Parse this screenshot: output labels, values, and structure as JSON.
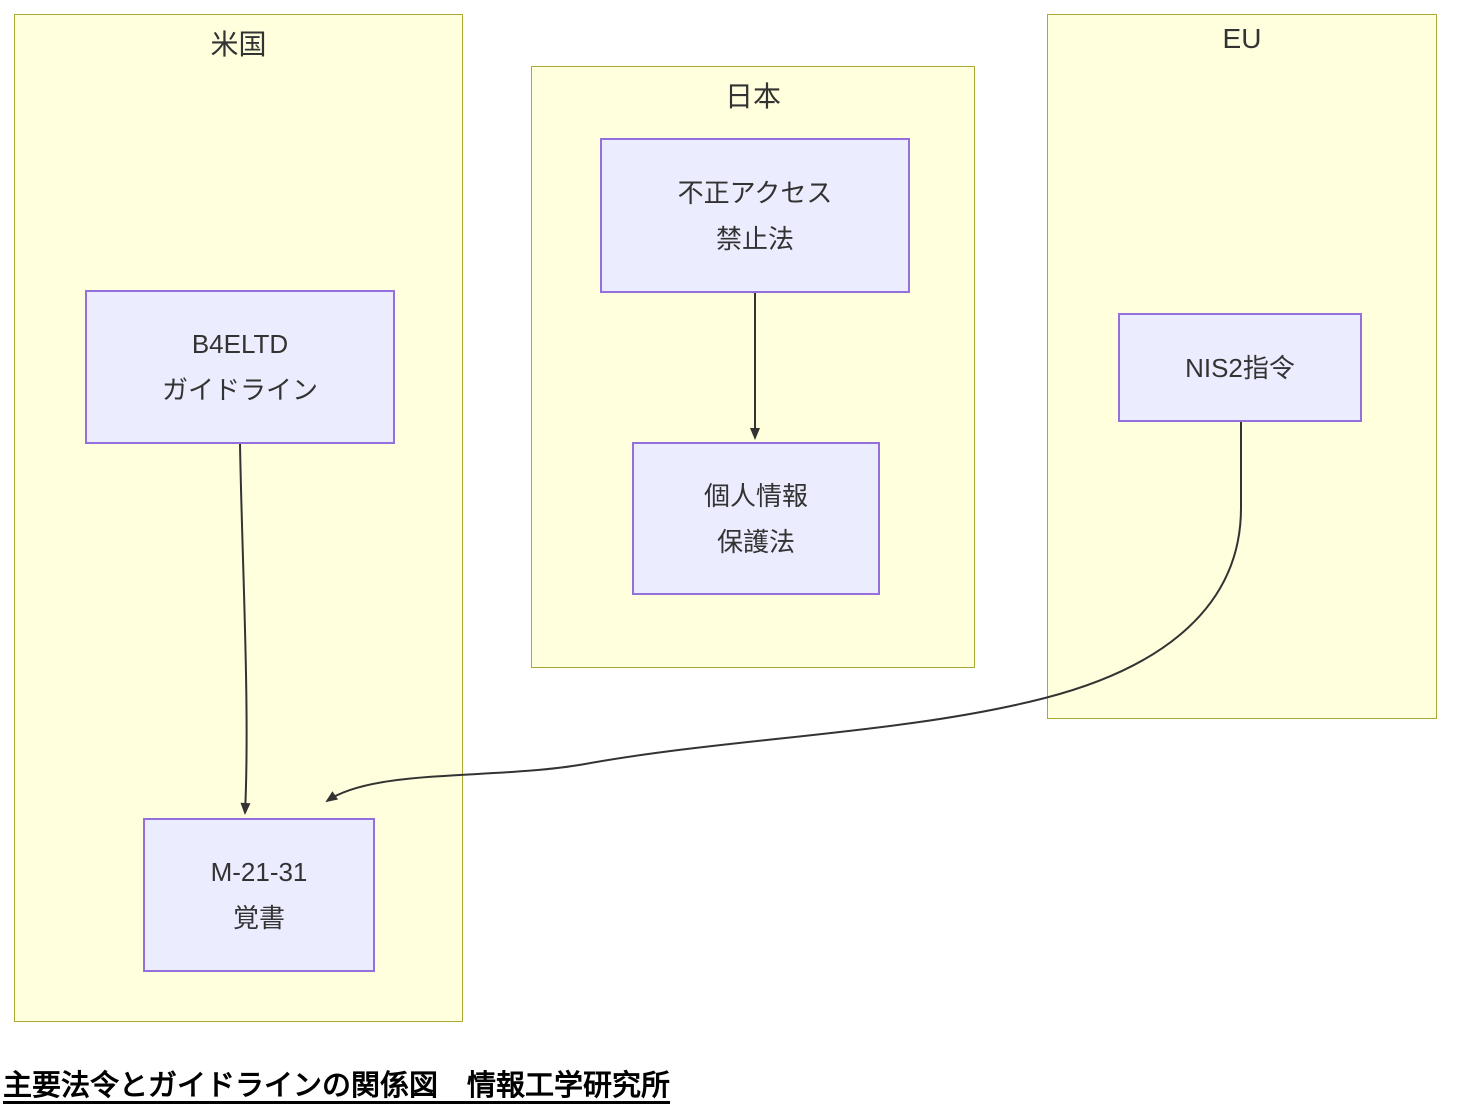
{
  "diagram_caption": "主要法令とガイドラインの関係図　情報工学研究所",
  "clusters": [
    {
      "id": "us",
      "label": "米国"
    },
    {
      "id": "japan",
      "label": "日本"
    },
    {
      "id": "eu",
      "label": "EU"
    }
  ],
  "nodes": [
    {
      "id": "b4eltd",
      "region": "米国",
      "lines": [
        "B4ELTD",
        "ガイドライン"
      ]
    },
    {
      "id": "m2131",
      "region": "米国",
      "lines": [
        "M-21-31",
        "覚書"
      ]
    },
    {
      "id": "fusei",
      "region": "日本",
      "lines": [
        "不正アクセス",
        "禁止法"
      ]
    },
    {
      "id": "kojin",
      "region": "日本",
      "lines": [
        "個人情報",
        "保護法"
      ]
    },
    {
      "id": "nis2",
      "region": "EU",
      "lines": [
        "NIS2指令"
      ]
    }
  ],
  "edges": [
    {
      "from": "B4ELTD ガイドライン",
      "to": "M-21-31 覚書"
    },
    {
      "from": "不正アクセス禁止法",
      "to": "個人情報保護法"
    },
    {
      "from": "NIS2指令",
      "to": "M-21-31 覚書"
    }
  ],
  "colors": {
    "background": "#ffffff",
    "cluster_fill": "#ffffde",
    "cluster_border": "#aaaa33",
    "node_fill": "#ececff",
    "node_border": "#9370db",
    "edge": "#333333",
    "text": "#333333",
    "caption_text": "#000000"
  }
}
